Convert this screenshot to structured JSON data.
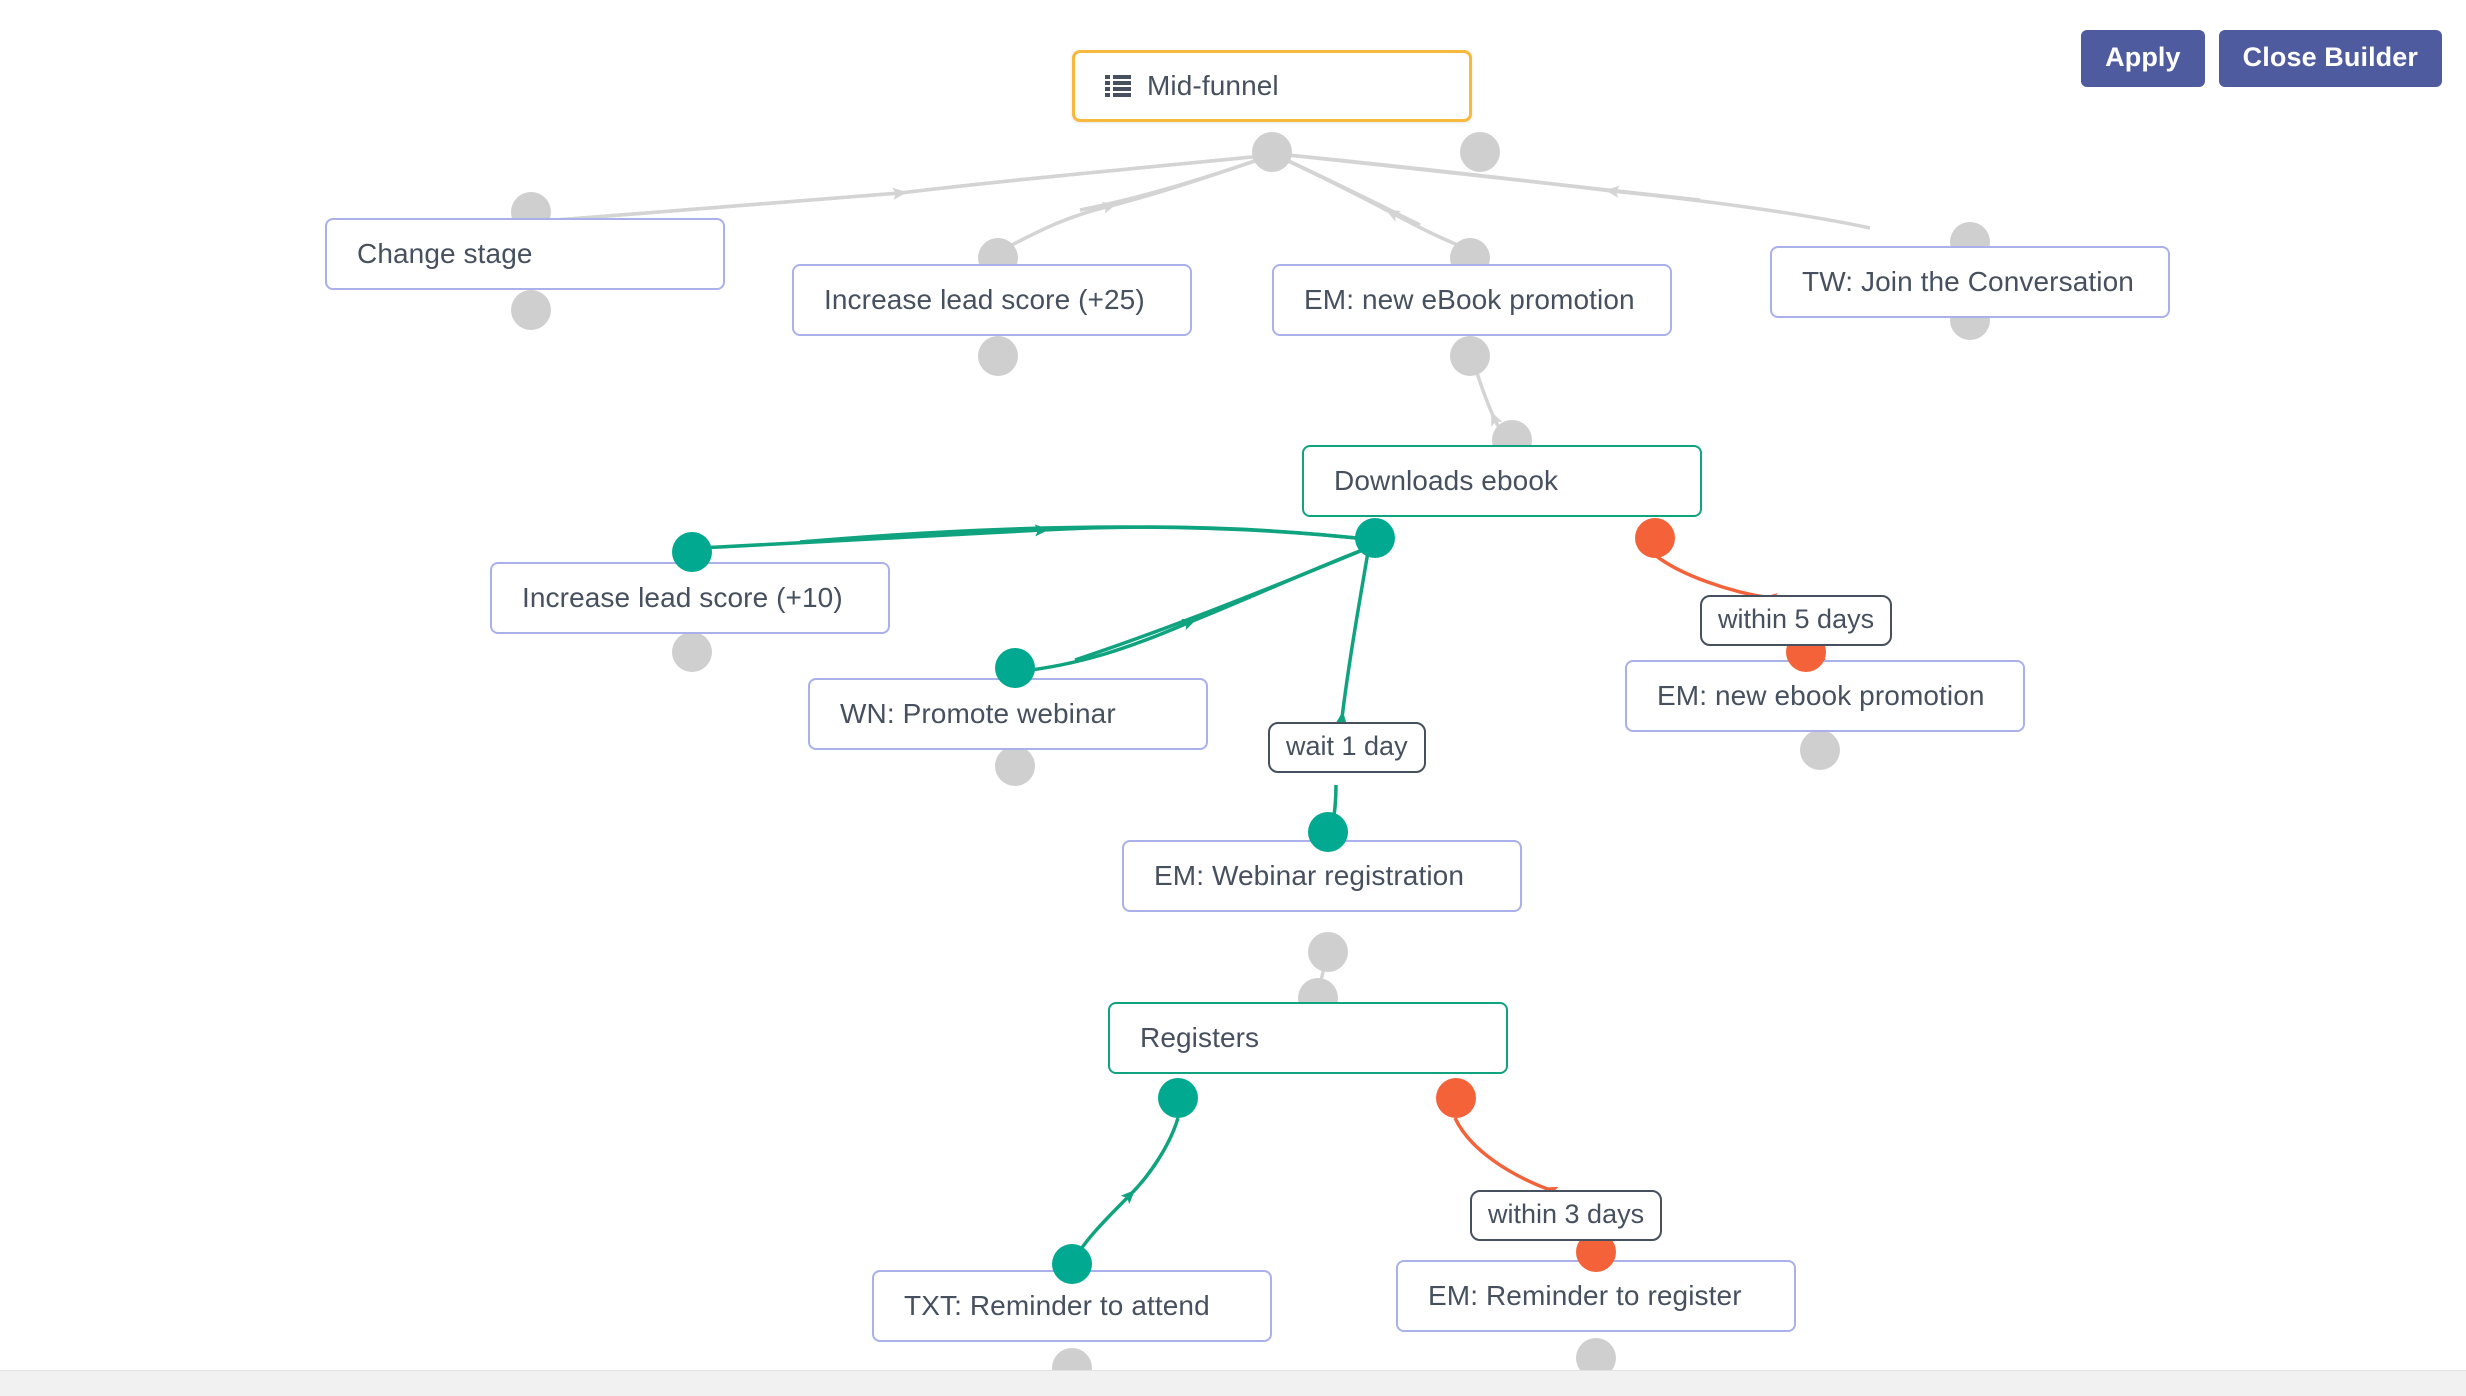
{
  "toolbar": {
    "apply_label": "Apply",
    "close_builder_label": "Close Builder"
  },
  "canvas": {
    "background_color": "#ffffff",
    "root_border_color": "#f6b93b",
    "action_border_color": "#a9b0ea",
    "condition_border_color": "#10a37f",
    "yes_branch_color": "#00a98f",
    "no_branch_color": "#f4623a",
    "edge_color": "#d4d4d4",
    "text_color": "#46505e",
    "button_color": "#4e5b9e"
  },
  "nodes": [
    {
      "id": "root",
      "label": "Mid-funnel",
      "type": "root",
      "icon": "list-icon"
    },
    {
      "id": "n_stage",
      "label": "Change stage",
      "type": "action"
    },
    {
      "id": "n_score25",
      "label": "Increase lead score (+25)",
      "type": "action"
    },
    {
      "id": "n_emebook",
      "label": "EM: new eBook promotion",
      "type": "action"
    },
    {
      "id": "n_tw",
      "label": "TW: Join the Conversation",
      "type": "action"
    },
    {
      "id": "n_dlebook",
      "label": "Downloads ebook",
      "type": "condition"
    },
    {
      "id": "n_score10",
      "label": "Increase lead score (+10)",
      "type": "action"
    },
    {
      "id": "n_wn",
      "label": "WN: Promote webinar",
      "type": "action"
    },
    {
      "id": "n_emebook2",
      "label": "EM: new ebook promotion",
      "type": "action"
    },
    {
      "id": "n_emreg",
      "label": "EM: Webinar registration",
      "type": "action"
    },
    {
      "id": "n_registers",
      "label": "Registers",
      "type": "condition"
    },
    {
      "id": "n_txt",
      "label": "TXT: Reminder to attend",
      "type": "action"
    },
    {
      "id": "n_emrem",
      "label": "EM: Reminder to register",
      "type": "action"
    }
  ],
  "delays": [
    {
      "id": "d_5days",
      "label": "within 5 days"
    },
    {
      "id": "d_wait1",
      "label": "wait 1 day"
    },
    {
      "id": "d_3days",
      "label": "within 3 days"
    }
  ],
  "scrollbar": {
    "orientation": "horizontal"
  }
}
